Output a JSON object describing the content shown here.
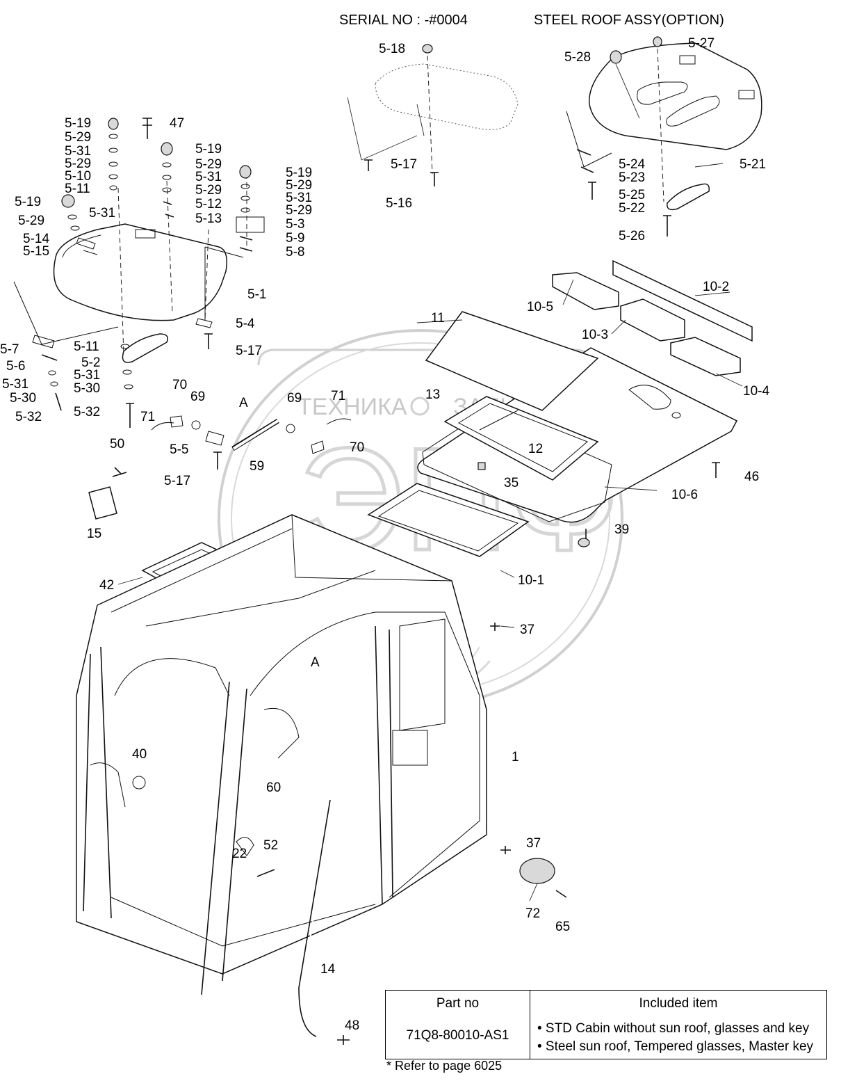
{
  "header": {
    "serial": "SERIAL NO : -#0004",
    "option_title": "STEEL ROOF ASSY(OPTION)"
  },
  "watermark": {
    "text_left": "ТЕХНИКА",
    "text_right": "ЗАПЧАСТИ",
    "logo": "ЭПФ"
  },
  "callouts": {
    "c5_18": "5-18",
    "c5_17a": "5-17",
    "c5_16": "5-16",
    "c5_28": "5-28",
    "c5_27": "5-27",
    "c5_21": "5-21",
    "c5_24": "5-24",
    "c5_23": "5-23",
    "c5_25": "5-25",
    "c5_22": "5-22",
    "c5_26": "5-26",
    "left_stack": [
      "5-19",
      "5-29",
      "5-31",
      "5-29",
      "5-10",
      "5-11"
    ],
    "c47": "47",
    "mid_stack": [
      "5-19",
      "5-29",
      "5-31",
      "5-29",
      "5-12",
      "5-13"
    ],
    "right_stack": [
      "5-19",
      "5-29",
      "5-31",
      "5-29",
      "5-3",
      "5-9",
      "5-8"
    ],
    "c5_19": "5-19",
    "c5_31a": "5-31",
    "c5_29": "5-29",
    "c5_14": "5-14",
    "c5_15": "5-15",
    "c5_1": "5-1",
    "c5_4": "5-4",
    "c5_17b": "5-17",
    "c5_7": "5-7",
    "c5_6": "5-6",
    "c5_31b": "5-31",
    "c5_30a": "5-30",
    "c5_32a": "5-32",
    "c5_11": "5-11",
    "c5_2": "5-2",
    "c5_31c": "5-31",
    "c5_30b": "5-30",
    "c5_32b": "5-32",
    "c70a": "70",
    "c69a": "69",
    "c71a": "71",
    "cA1": "A",
    "c69b": "69",
    "c71b": "71",
    "c70b": "70",
    "c5_5": "5-5",
    "c5_17c": "5-17",
    "c59": "59",
    "c50": "50",
    "c15": "15",
    "c10_2": "10-2",
    "c10_5": "10-5",
    "c10_3": "10-3",
    "c11": "11",
    "c10_4": "10-4",
    "c13": "13",
    "c12": "12",
    "c35": "35",
    "c46": "46",
    "c10_6": "10-6",
    "c39": "39",
    "c10_1": "10-1",
    "c42": "42",
    "c37a": "37",
    "cA2": "A",
    "c1": "1",
    "c40": "40",
    "c60": "60",
    "c22": "22",
    "c52": "52",
    "c37b": "37",
    "c72": "72",
    "c65": "65",
    "c14": "14",
    "c48": "48"
  },
  "parts_table": {
    "header_part": "Part no",
    "header_items": "Included item",
    "part_no": "71Q8-80010-AS1",
    "items": [
      "• STD Cabin without sun roof, glasses and key",
      "• Steel sun roof, Tempered glasses, Master key"
    ]
  },
  "footnote": "* Refer to page 6025"
}
